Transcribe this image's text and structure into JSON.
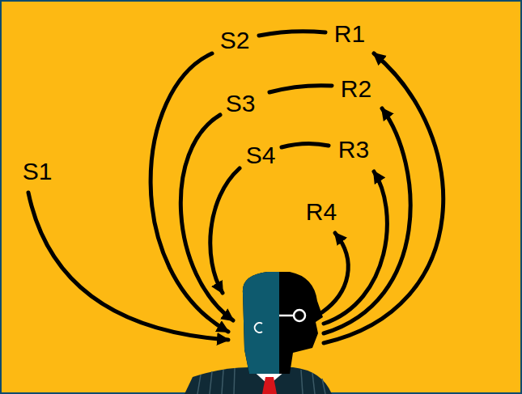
{
  "diagram": {
    "labels": [
      "S2",
      "R1",
      "S3",
      "R2",
      "S4",
      "R3",
      "S1",
      "R4"
    ]
  }
}
